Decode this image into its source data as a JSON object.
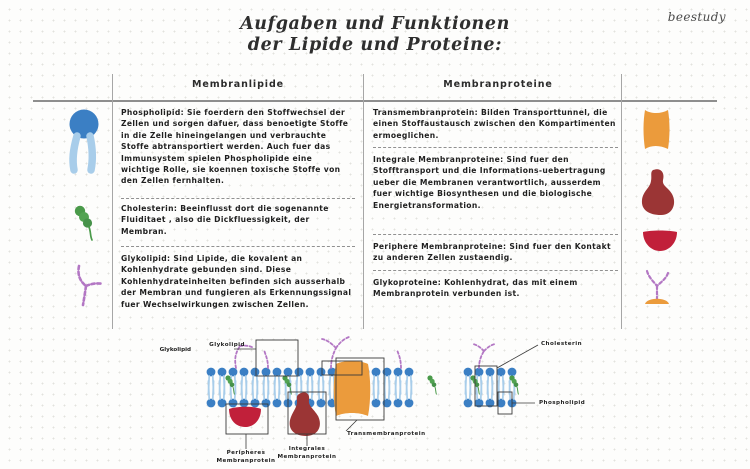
{
  "brand": "beestudy",
  "title": {
    "line1": "Aufgaben und Funktionen",
    "line2": "der Lipide und Proteine:"
  },
  "table": {
    "headers": {
      "lipids": "Membranlipide",
      "proteins": "Membranproteine"
    },
    "lipid_entries": [
      {
        "icon": "phospholipid-icon",
        "text": "Phospholipid: Sie foerdern den Stoffwechsel der Zellen und sorgen dafuer, dass benoetigte Stoffe in die Zelle hineingelangen und verbrauchte Stoffe abtransportiert werden. Auch fuer das Immunsystem spielen Phospholipide eine wichtige Rolle, sie koennen toxische Stoffe von den Zellen fernhalten."
      },
      {
        "icon": "cholesterin-icon",
        "text": "Cholesterin: Beeinflusst dort die sogenannte Fluiditaet , also die Dickfluessigkeit, der Membran."
      },
      {
        "icon": "glykolipid-icon",
        "text": "Glykolipid: Sind Lipide, die kovalent an Kohlenhydrate gebunden sind. Diese Kohlenhydrateinheiten befinden sich ausserhalb der Membran und fungieren als Erkennungssignal fuer Wechselwirkungen zwischen Zellen."
      }
    ],
    "protein_entries": [
      {
        "icon": "transmembranprotein-icon",
        "text": "Transmembranprotein: Bilden Transporttunnel, die einen Stoffaustausch zwischen den Kompartimenten ermoeglichen."
      },
      {
        "icon": "integrales-membranprotein-icon",
        "text": "Integrale Membranproteine: Sind fuer den Stofftransport und die Informations-uebertragung ueber die Membranen verantwortlich, ausserdem fuer wichtige Biosynthesen und die biologische Energietransformation."
      },
      {
        "icon": "peripheres-membranprotein-icon",
        "text": "Periphere Membranproteine: Sind fuer den Kontakt zu anderen Zellen zustaendig."
      },
      {
        "icon": "glykoprotein-icon",
        "text": "Glykoproteine: Kohlenhydrat, das mit einem Membranprotein verbunden ist."
      }
    ]
  },
  "diagram": {
    "labels": {
      "glykolipid": "Glykolipid",
      "cholesterin": "Cholesterin",
      "phospholipid": "Phospholipid",
      "peripheres": "Peripheres\nMembranprotein",
      "integrales": "Integrales\nMembranprotein",
      "transmembran": "Transmembranprotein"
    }
  },
  "colors": {
    "phospholipid_head": "#3b7fc4",
    "phospholipid_tail": "#a8cdea",
    "cholesterin": "#4e9a4e",
    "glykolipid": "#b377c4",
    "transmembran": "#eb9b3c",
    "integral": "#9b3535",
    "peripher": "#c1203a",
    "rule": "#8e8e8e",
    "text": "#1f1f1f",
    "background": "#fdfdfc"
  }
}
